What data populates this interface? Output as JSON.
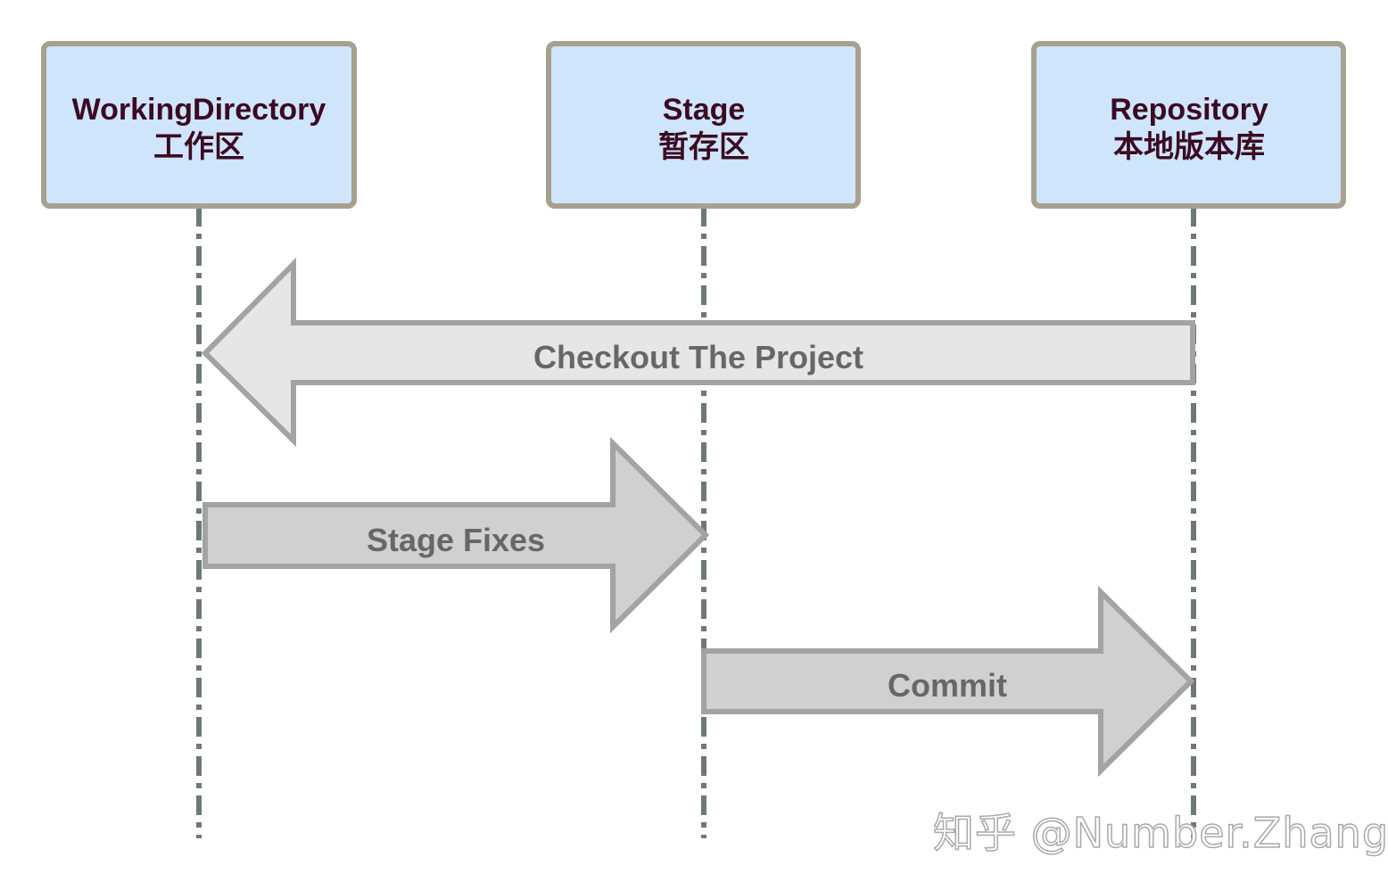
{
  "colors": {
    "box_fill": "#cfe5fb",
    "box_border": "#a8a08e",
    "box_text": "#3b0a22",
    "lifeline": "#6e7976",
    "arrow_light_fill": "#e6e6e6",
    "arrow_fill": "#d0d0d0",
    "arrow_border": "#a3a3a3",
    "arrow_text": "#676767"
  },
  "participants": [
    {
      "id": "working",
      "title": "WorkingDirectory",
      "subtitle": "工作区"
    },
    {
      "id": "stage",
      "title": "Stage",
      "subtitle": "暂存区"
    },
    {
      "id": "repo",
      "title": "Repository",
      "subtitle": "本地版本库"
    }
  ],
  "messages": [
    {
      "label": "Checkout The Project",
      "from": "Repository",
      "to": "WorkingDirectory"
    },
    {
      "label": "Stage Fixes",
      "from": "WorkingDirectory",
      "to": "Stage"
    },
    {
      "label": "Commit",
      "from": "Stage",
      "to": "Repository"
    }
  ],
  "watermark": "知乎 @Number.Zhang"
}
